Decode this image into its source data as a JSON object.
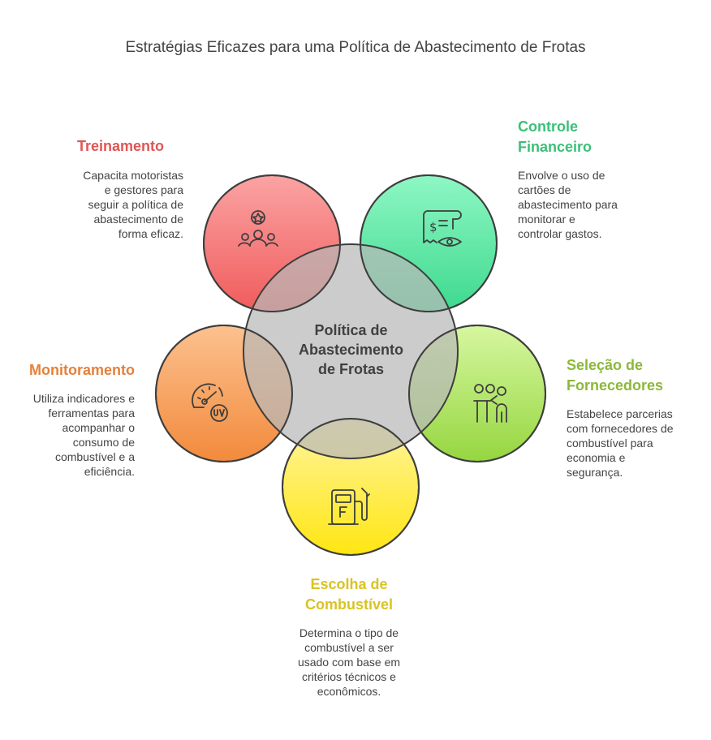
{
  "title": "Estratégias Eficazes para uma Política de Abastecimento de Frotas",
  "center": {
    "label": "Política de\nAbastecimento\nde Frotas"
  },
  "colors": {
    "treinamento": "#e05656",
    "controle": "#3dbf78",
    "monitoramento": "#e5803a",
    "selecao": "#8cb83a",
    "escolha": "#d9c324"
  },
  "sections": {
    "treinamento": {
      "heading": "Treinamento",
      "icon": "team-award-icon",
      "desc": "Capacita motoristas\ne gestores para\nseguir a política de\nabastecimento de\nforma eficaz."
    },
    "controle": {
      "heading": "Controle\nFinanceiro",
      "icon": "receipt-eye-icon",
      "desc": "Envolve o uso de\ncartões de\nabastecimento para\nmonitorar e\ncontrolar gastos."
    },
    "monitoramento": {
      "heading": "Monitoramento",
      "icon": "gauge-icon",
      "desc": "Utiliza indicadores e\nferramentas para\nacompanhar o\nconsumo de\ncombustível e a\neficiência."
    },
    "selecao": {
      "heading": "Seleção de\nFornecedores",
      "icon": "presenter-icon",
      "desc": "Estabelece parcerias\ncom fornecedores de\ncombustível para\neconomia e\nsegurança."
    },
    "escolha": {
      "heading": "Escolha de\nCombustível",
      "icon": "fuel-pump-icon",
      "desc": "Determina o tipo de\ncombustível a ser\nusado com base em\ncritérios técnicos e\neconômicos."
    }
  }
}
